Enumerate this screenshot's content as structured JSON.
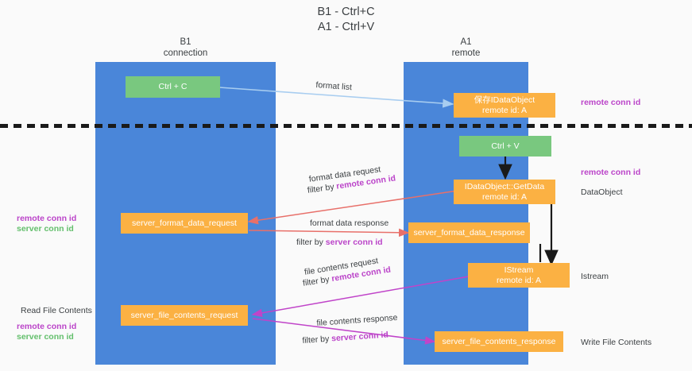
{
  "title": {
    "line1": "B1 - Ctrl+C",
    "line2": "A1 - Ctrl+V"
  },
  "columns": [
    {
      "name": "B1",
      "sub": "connection"
    },
    {
      "name": "A1",
      "sub": "remote"
    }
  ],
  "nodes": {
    "ctrl_c": {
      "line1": "Ctrl + C"
    },
    "ctrl_v": {
      "line1": "Ctrl + V"
    },
    "idataobject": {
      "line1": "保存IDataObject",
      "line2": "remote id: A"
    },
    "getdata": {
      "line1": "IDataObject::GetData",
      "line2": "remote id: A"
    },
    "istream": {
      "line1": "IStream",
      "line2": "remote id: A"
    },
    "server_format_data_request": {
      "line1": "server_format_data_request"
    },
    "server_format_data_response": {
      "line1": "server_format_data_response"
    },
    "server_file_contents_request": {
      "line1": "server_file_contents_request"
    },
    "server_file_contents_response": {
      "line1": "server_file_contents_response"
    }
  },
  "edge_labels": {
    "format_list": "format list",
    "format_data_request": "format data request",
    "format_data_request_filter_prefix": "filter by ",
    "format_data_request_filter_key": "remote conn id",
    "format_data_response": "format data response",
    "format_data_response_filter_prefix": "filter by ",
    "format_data_response_filter_key": "server conn id",
    "file_contents_request": "file contents request",
    "file_contents_request_filter_prefix": "filter by ",
    "file_contents_request_filter_key": "remote conn id",
    "file_contents_response": "file contents response",
    "file_contents_response_filter_prefix": "filter by ",
    "file_contents_response_filter_key": "server conn id"
  },
  "right_labels": {
    "remote_conn_id_top": "remote conn id",
    "remote_conn_id_mid": "remote conn id",
    "dataobject": "DataObject",
    "istream": "Istream",
    "write_file_contents": "Write File Contents"
  },
  "left_labels": {
    "remote_conn_id": "remote conn id",
    "server_conn_id": "server conn id",
    "read_file_contents": "Read File Contents",
    "remote_conn_id_2": "remote conn id",
    "server_conn_id_2": "server conn id"
  },
  "colors": {
    "lane": "#4a86d9",
    "node_green": "#79c87f",
    "node_orange": "#fbb143",
    "accent_purple": "#bb44c9",
    "accent_green": "#63bf6c",
    "arrow_blue": "#a8cdf0",
    "arrow_red": "#e8706a",
    "arrow_magenta": "#c044c9",
    "arrow_black": "#1a1a1a",
    "background": "#fafafa"
  }
}
